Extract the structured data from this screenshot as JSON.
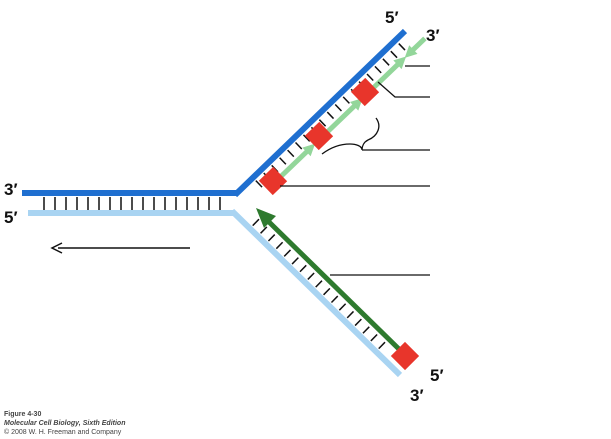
{
  "labels": {
    "parental_left_top": "3′",
    "parental_left_bottom": "5′",
    "upper_arm_5": "5′",
    "upper_arm_3": "3′",
    "lower_arm_5": "5′",
    "lower_arm_3": "3′"
  },
  "caption": {
    "figure": "Figure 4-30",
    "book": "Molecular Cell Biology, Sixth Edition",
    "copyright": "© 2008 W. H. Freeman and Company"
  },
  "colors": {
    "template_dark": "#1f6fd0",
    "template_light": "#a9d4f2",
    "lagging_strand": "#93d69a",
    "leading_strand": "#2e7a2e",
    "primer": "#e8352b"
  }
}
